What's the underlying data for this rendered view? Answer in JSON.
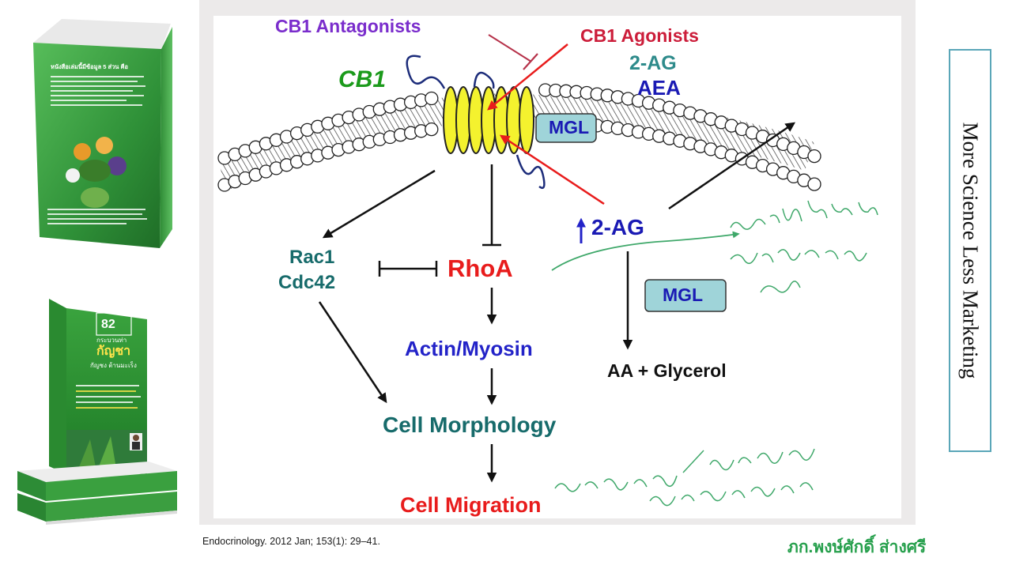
{
  "diagram": {
    "labels": {
      "cb1_antagonists": "CB1 Antagonists",
      "cb1_agonists": "CB1 Agonists",
      "two_ag_top": "2-AG",
      "aea": "AEA",
      "cb1": "CB1",
      "mgl_membrane": "MGL",
      "up_arrow": "↑",
      "two_ag_mid": "2-AG",
      "rac1": "Rac1",
      "cdc42": "Cdc42",
      "rhoa": "RhoA",
      "mgl_box": "MGL",
      "actin_myosin": "Actin/Myosin",
      "aa_glycerol": "AA + Glycerol",
      "cell_morphology": "Cell Morphology",
      "cell_migration": "Cell Migration"
    },
    "colors": {
      "purple": "#7a2dcc",
      "crimson": "#cc1d3a",
      "teal": "#2e8b8b",
      "navy": "#1a1ab4",
      "green": "#1b9a1b",
      "dark_teal": "#176b6b",
      "red": "#e81c1c",
      "blue": "#2323c8",
      "mgl_fill": "#9fd4d9",
      "receptor_yellow": "#f4f22e",
      "ink_green": "#3fa86a"
    }
  },
  "citation": "Endocrinology. 2012 Jan; 153(1): 29–41.",
  "author": "ภก.พงษ์ศักดิ์ ส่างศรี",
  "side_banner": "More Science Less Marketing",
  "book_1": {
    "heading": "หนังสือเล่มนี้มีข้อมูล 5 ส่วน คือ"
  },
  "book_2": {
    "number": "82",
    "line1": "กระบวนท่า",
    "title": "กัญชา",
    "subtitle": "กัญชง ต้านมะเร็ง"
  }
}
